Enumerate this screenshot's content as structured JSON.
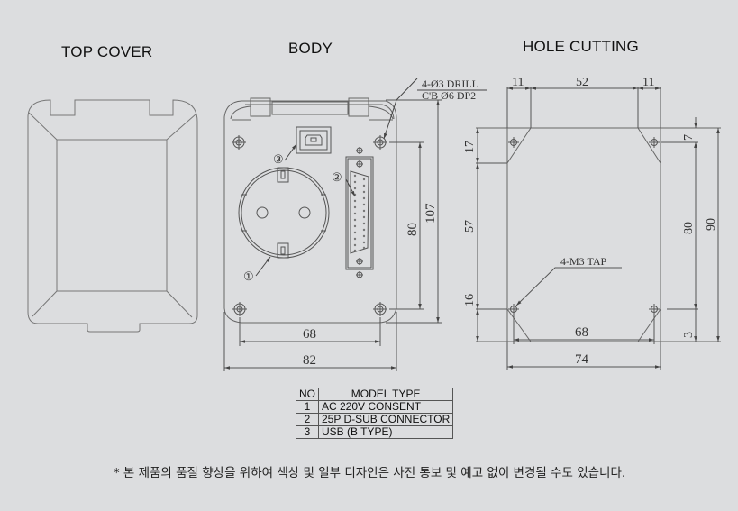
{
  "titles": {
    "top_cover": "TOP COVER",
    "body": "BODY",
    "hole_cutting": "HOLE CUTTING"
  },
  "body_view": {
    "callouts": {
      "drill_line1": "4-Ø3 DRILL",
      "drill_line2": "C'B Ø6 DP2",
      "marker_1": "①",
      "marker_2": "②",
      "marker_3": "③"
    },
    "dimensions": {
      "hole_spacing_width": "68",
      "overall_width": "82",
      "hole_spacing_height": "80",
      "overall_height": "107"
    }
  },
  "hole_cutting_view": {
    "callout_tap": "4-M3 TAP",
    "dimensions": {
      "top_left": "11",
      "top_middle": "52",
      "top_right": "11",
      "left_top": "17",
      "left_middle": "57",
      "left_bottom": "16",
      "right_top_offset": "7",
      "right_hole_spacing": "80",
      "right_overall": "90",
      "right_bottom_offset": "3",
      "bottom_hole_spacing": "68",
      "bottom_overall": "74"
    }
  },
  "legend": {
    "headers": [
      "NO",
      "MODEL  TYPE"
    ],
    "rows": [
      {
        "no": "1",
        "type": "AC 220V CONSENT"
      },
      {
        "no": "2",
        "type": "25P D-SUB CONNECTOR"
      },
      {
        "no": "3",
        "type": "USB (B TYPE)"
      }
    ]
  },
  "footnote": "* 본 제품의 품질 향상을 위하여 색상 및 일부 디자인은 사전 통보 및 예고 없이 변경될 수도 있습니다.",
  "colors": {
    "background": "#dcdddf",
    "line": "#666666",
    "text": "#333333"
  }
}
